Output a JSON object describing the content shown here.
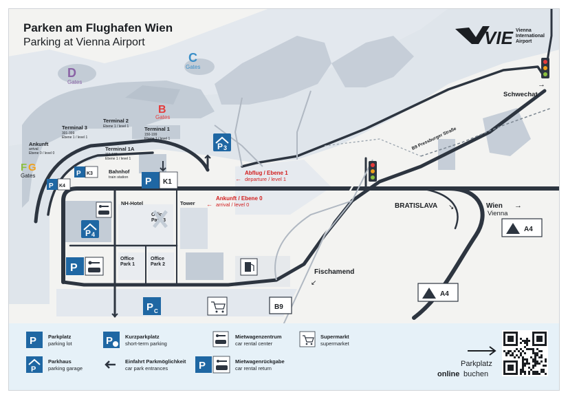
{
  "title": {
    "de": "Parken am Flughafen Wien",
    "en": "Parking at Vienna Airport"
  },
  "logo": {
    "mark": "VIE",
    "line1": "Vienna",
    "line2": "International",
    "line3": "Airport"
  },
  "gates": {
    "d": "D",
    "c": "C",
    "b": "B",
    "fg": "FG",
    "word": "Gates"
  },
  "terminals": {
    "t3": "Terminal 3",
    "t3_range": "301-399",
    "t3_level": "Ebene 1 / level 1",
    "t2": "Terminal 2",
    "t2_level": "Ebene 1 / level 1",
    "t1": "Terminal 1",
    "t1_range": "150-199",
    "t1_level": "Ebene 1 / level 1",
    "t1a": "Terminal 1A",
    "t1a_range": "111-132",
    "t1a_level": "Ebene 1 / level 1",
    "arrival": "Ankunft",
    "arrival_en": "arrival",
    "arrival_level": "Ebene 0 / level 0"
  },
  "places": {
    "bahnhof": "Bahnhof",
    "train_station": "train station",
    "nh_hotel": "NH-Hotel",
    "tower": "Tower",
    "office_park_3a": "Office",
    "office_park_3b": "Park 3",
    "office_park_1a": "Office",
    "office_park_1b": "Park 1",
    "office_park_2a": "Office",
    "office_park_2b": "Park 2",
    "fischamend": "Fischamend",
    "bratislava": "BRATISLAVA",
    "wien": "Wien",
    "vienna": "Vienna",
    "schwechat": "Schwechat",
    "b9_road": "B9 Pressburger Straße",
    "b9_badge": "B9",
    "a4": "A4"
  },
  "roads": {
    "departure_de": "Abflug / Ebene 1",
    "departure_en": "departure / level 1",
    "arrival_de": "Ankunft / Ebene 0",
    "arrival_en": "arrival / level 0"
  },
  "parking": {
    "k1": "K1",
    "k3": "K3",
    "k4": "K4",
    "p_letter": "P",
    "c_letter": "C",
    "p3": "3",
    "p4": "4"
  },
  "legend": {
    "parkplatz_de": "Parkplatz",
    "parkplatz_en": "parking lot",
    "parkhaus_de": "Parkhaus",
    "parkhaus_en": "parking garage",
    "kurz_de": "Kurzparkplatz",
    "kurz_en": "short-term parking",
    "einfahrt_de": "Einfahrt Parkmöglichkeit",
    "einfahrt_en": "car park entrances",
    "miet_de": "Mietwagenzentrum",
    "miet_en": "car rental center",
    "rueck_de": "Mietwagenrückgabe",
    "rueck_en": "car rental return",
    "super_de": "Supermarkt",
    "super_en": "supermarket",
    "online_1": "Parkplatz",
    "online_bold": "online",
    "online_2": "buchen"
  },
  "colors": {
    "road": "#2d3540",
    "building": "#c3ccd6",
    "apron": "#e3e8ee",
    "field": "#f1f1ef",
    "water_legend": "#e6f1f8",
    "parking_blue": "#1f67a3",
    "gates_d": "#8a63a5",
    "gates_c": "#3b8fc8",
    "gates_b": "#e53b3b",
    "gates_f": "#8bbf3e",
    "gates_g": "#f0a11c",
    "red_label": "#d21d1d"
  }
}
